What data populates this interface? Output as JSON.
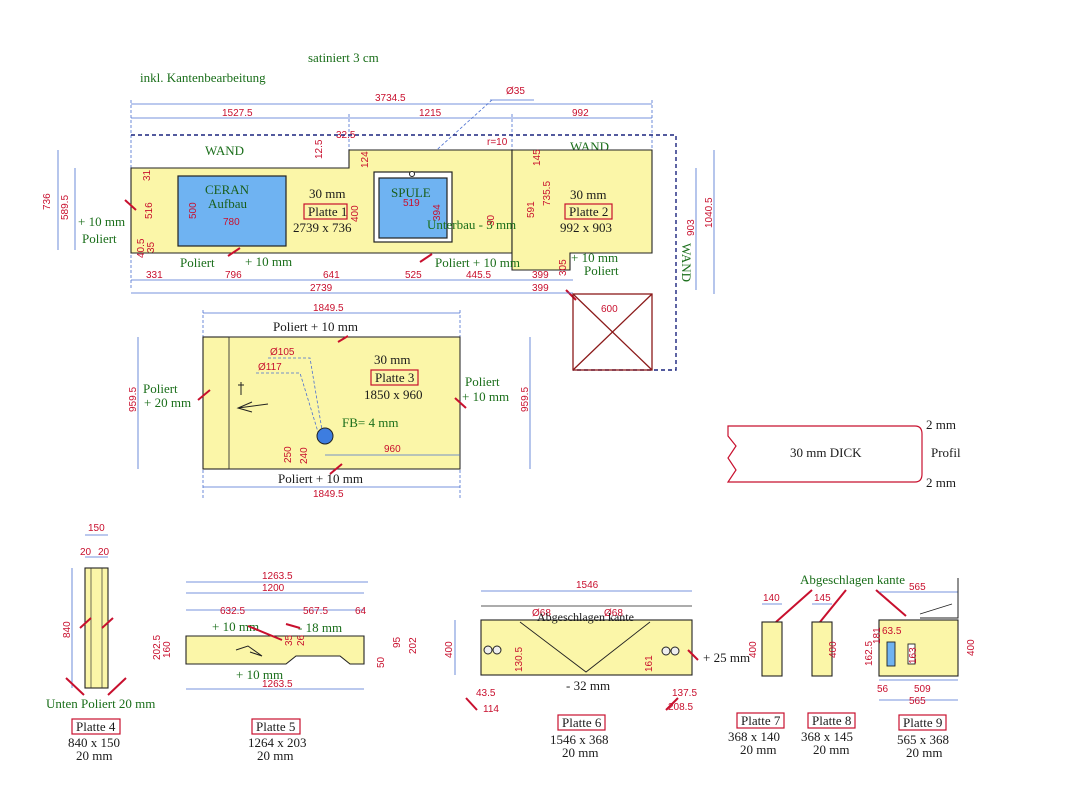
{
  "header": {
    "finish": "satiniert 3 cm",
    "edges": "inkl. Kantenbearbeitung"
  },
  "main": {
    "dims_top": [
      "3734.5",
      "1527.5",
      "1215",
      "992",
      "Ø35",
      "32.5",
      "r=10",
      "525",
      "12.5"
    ],
    "wand_left": "WAND",
    "wand_right": "WAND",
    "wand_vertical": "WAND",
    "ceran_line1": "CERAN",
    "ceran_line2": "Aufbau",
    "ceran_w": "780",
    "ceran_h": "500",
    "spule": "SPULE",
    "spule_w": "519",
    "spule_h": "394",
    "unterbau": "Unterbau - 3 mm",
    "p1_thick": "30 mm",
    "p1_label": "Platte 1",
    "p1_size": "2739 x 736",
    "p2_thick": "30 mm",
    "p2_label": "Platte 2",
    "p2_size": "992 x 903",
    "poliert_left_1": "+ 10 mm",
    "poliert_left_2": "Poliert",
    "poliert_bottom_a": "Poliert",
    "poliert_bottom_a2": "+ 10 mm",
    "poliert_bottom_b": "Poliert  + 10 mm",
    "poliert_right_1": "+ 10 mm",
    "poliert_right_2": "Poliert",
    "dims_left": [
      "736",
      "589.5",
      "516",
      "31",
      "40.5",
      "35"
    ],
    "dims_mid": [
      "400",
      "124",
      "591",
      "735.5",
      "145",
      "903",
      "1040.5",
      "305",
      "30"
    ],
    "dims_bottom": [
      "331",
      "796",
      "641",
      "525",
      "445.5",
      "399",
      "2739",
      "399"
    ],
    "square_w": "600"
  },
  "platte3": {
    "dim_top": "1849.5",
    "dim_bottom": "1849.5",
    "dim_side_l": "959.5",
    "dim_side_r": "959.5",
    "poliert_top": "Poliert + 10 mm",
    "poliert_left_1": "Poliert",
    "poliert_left_2": "+ 20 mm",
    "poliert_right_1": "Poliert",
    "poliert_right_2": "+ 10 mm",
    "poliert_bottom": "Poliert + 10 mm",
    "d105": "Ø105",
    "d117": "Ø117",
    "thick": "30 mm",
    "label": "Platte 3",
    "size": "1850 x 960",
    "fb": "FB= 4 mm",
    "d250": "250",
    "d240": "240",
    "d960": "960"
  },
  "profil": {
    "text": "30 mm DICK",
    "top": "2 mm",
    "bottom": "2 mm",
    "name": "Profil"
  },
  "platte4": {
    "dims": [
      "150",
      "20",
      "20",
      "840"
    ],
    "note": "Unten Poliert 20 mm",
    "label": "Platte 4",
    "size": "840 x 150",
    "thick": "20 mm"
  },
  "platte5": {
    "dims": [
      "1263.5",
      "1200",
      "632.5",
      "567.5",
      "64",
      "202.5",
      "160",
      "1263.5",
      "95",
      "202",
      "50",
      "35",
      "26"
    ],
    "plus10_a": "+ 10 mm",
    "minus18": "- 18 mm",
    "plus10_b": "+ 10 mm",
    "label": "Platte 5",
    "size": "1264 x 203",
    "thick": "20 mm"
  },
  "platte6": {
    "dims": [
      "1546",
      "Ø68",
      "Ø68",
      "400",
      "130.5",
      "43.5",
      "114",
      "137.5",
      "208.5",
      "161"
    ],
    "abgeschlagen": "Abgeschlagen kante",
    "plus25": "+ 25 mm",
    "minus32": "- 32 mm",
    "label": "Platte 6",
    "size": "1546 x 368",
    "thick": "20 mm"
  },
  "platte7": {
    "w": "140",
    "h": "400",
    "label": "Platte 7",
    "size": "368 x 140",
    "thick": "20 mm"
  },
  "platte8": {
    "w": "145",
    "h": "400",
    "label": "Platte 8",
    "size": "368 x 145",
    "thick": "20 mm"
  },
  "platte9": {
    "dims": [
      "565",
      "565",
      "509",
      "56",
      "400",
      "162.5",
      "181",
      "63.5",
      "163"
    ],
    "label": "Platte 9",
    "size": "565 x 368",
    "thick": "20 mm"
  },
  "abgeschlagen_title": "Abgeschlagen kante"
}
